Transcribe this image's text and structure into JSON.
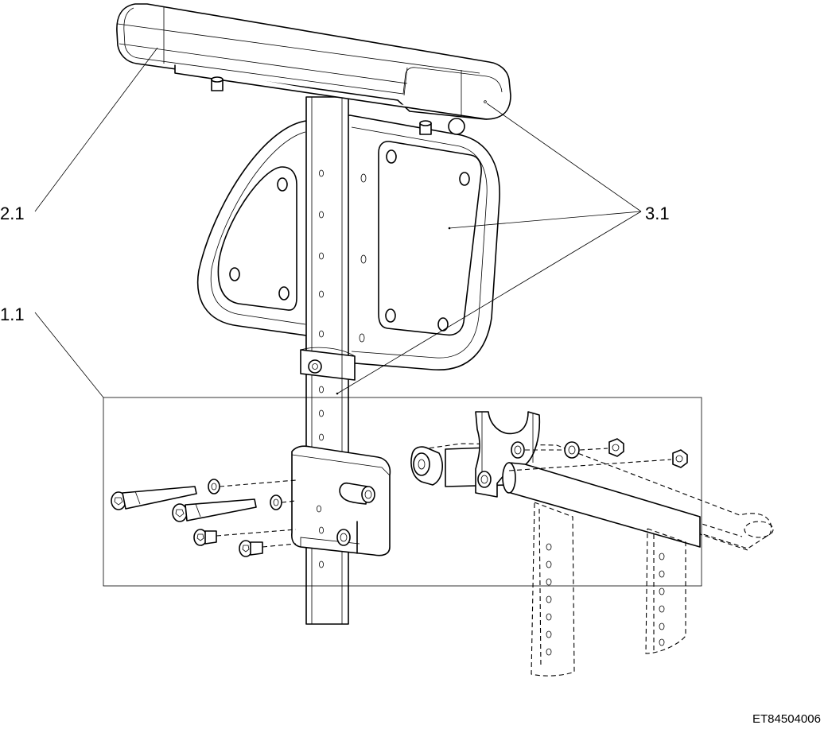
{
  "callouts": [
    {
      "id": "armrest-pad",
      "label": "2.1"
    },
    {
      "id": "side-panel-set",
      "label": "3.1"
    },
    {
      "id": "mounting-kit",
      "label": "1.1"
    }
  ],
  "drawing_code": "ET84504006"
}
